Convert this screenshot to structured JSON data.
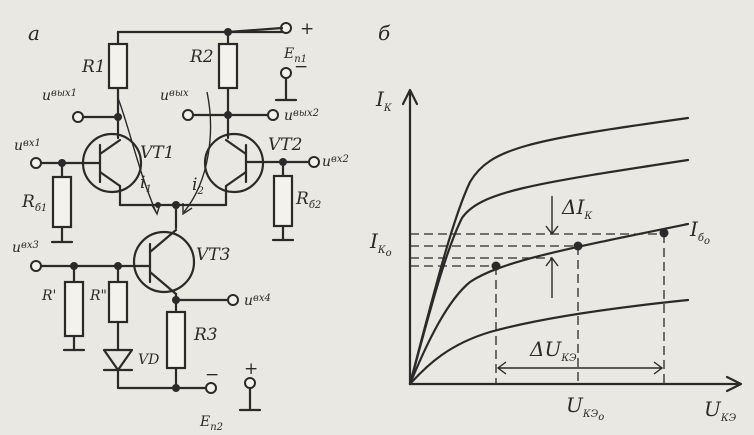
{
  "panel_a": {
    "letter": "а",
    "R1": "R1",
    "R2": "R2",
    "R3": "R3",
    "Rb1": {
      "base": "R",
      "sub": "б1"
    },
    "Rb2": {
      "base": "R",
      "sub": "б2"
    },
    "Rp": "R'",
    "Rpp": "R\"",
    "VT1": "VT1",
    "VT2": "VT2",
    "VT3": "VT3",
    "VD": "VD",
    "i1": {
      "base": "i",
      "sub": "1"
    },
    "i2": {
      "base": "i",
      "sub": "2"
    },
    "uvyh1": {
      "base": "u",
      "sub": "вых1"
    },
    "uvyh": {
      "base": "u",
      "sub": "вых"
    },
    "uvyh2": {
      "base": "u",
      "sub": "вых2"
    },
    "uvh1": {
      "base": "u",
      "sub": "вх1"
    },
    "uvh2": {
      "base": "u",
      "sub": "вх2"
    },
    "uvh3": {
      "base": "u",
      "sub": "вх3"
    },
    "uvh4": {
      "base": "u",
      "sub": "вх4"
    },
    "En1": {
      "base": "E",
      "sub": "п1"
    },
    "En2": {
      "base": "E",
      "sub": "п2"
    },
    "plus": "+",
    "minus": "−"
  },
  "panel_b": {
    "letter": "б",
    "ylabel": {
      "base": "I",
      "sub": "К"
    },
    "xlabel": {
      "base": "U",
      "sub": "КЭ"
    },
    "Ik0": {
      "base": "I",
      "sub": "К",
      "sub2": "о"
    },
    "Ib0": {
      "base": "I",
      "sub": "б",
      "sub2": "о"
    },
    "dIk": {
      "base": "ΔI",
      "sub": "К"
    },
    "dUke": {
      "base": "ΔU",
      "sub": "КЭ"
    },
    "Uke0": {
      "base": "U",
      "sub": "КЭ",
      "sub2": "о"
    }
  }
}
